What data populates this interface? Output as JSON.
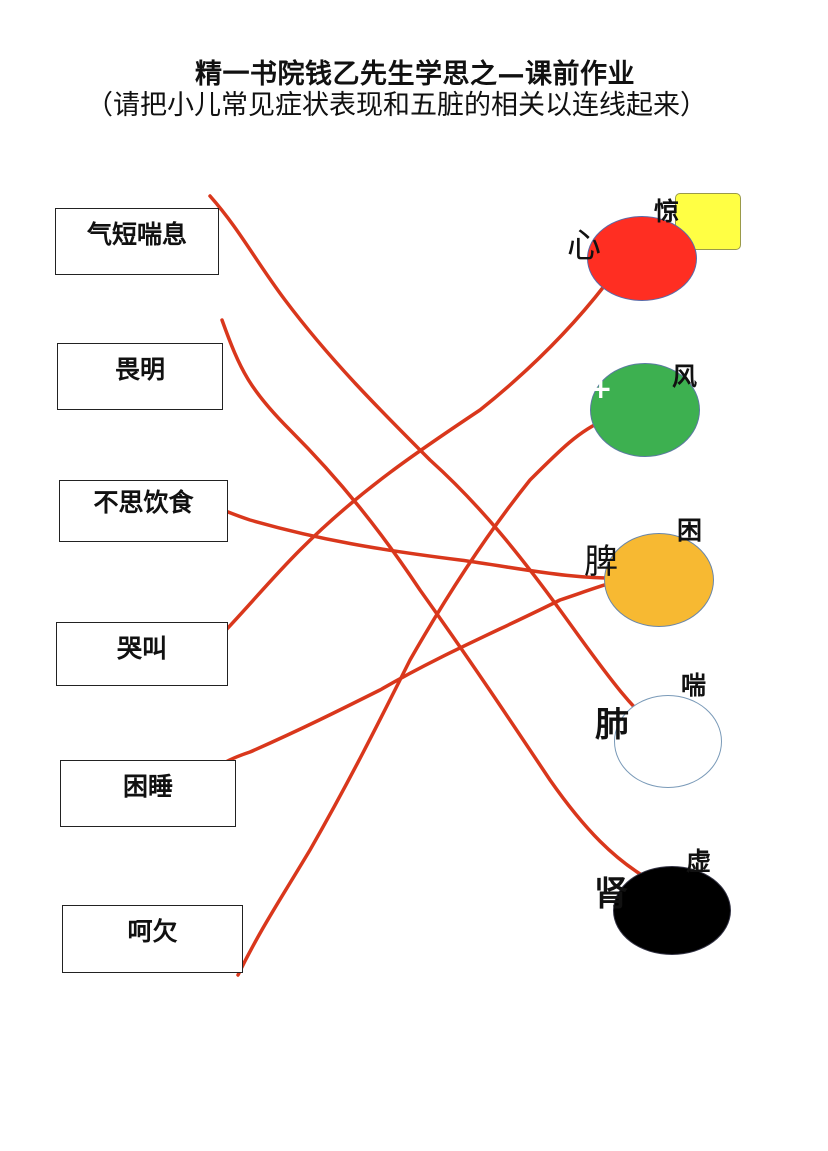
{
  "title": "精一书院钱乙先生学思之—课前作业",
  "instruction": "（请把小儿常见症状表现和五脏的相关以连线起来）",
  "symptoms": [
    {
      "label": "气短喘息"
    },
    {
      "label": "畏明"
    },
    {
      "label": "不思饮食"
    },
    {
      "label": "哭叫"
    },
    {
      "label": "困睡"
    },
    {
      "label": "呵欠"
    }
  ],
  "organs": [
    {
      "name": "心",
      "hint": "惊",
      "color": "#ff2e22",
      "border": "#5a6aa8"
    },
    {
      "name": "",
      "hint": "风",
      "color": "#3db050",
      "border": "#5a7aa0"
    },
    {
      "name": "脾",
      "hint": "困",
      "color": "#f7b932",
      "border": "#6a86a8"
    },
    {
      "name": "肺",
      "hint": "喘",
      "color": "#ffffff",
      "border": "#7a9ab8"
    },
    {
      "name": "肾",
      "hint": "虚",
      "color": "#000000",
      "border": "#335"
    }
  ],
  "note_color": "#ffff44",
  "line_color": "#d9371c"
}
